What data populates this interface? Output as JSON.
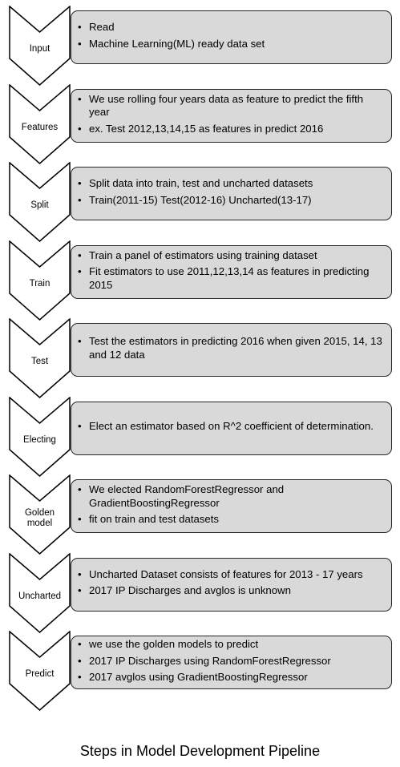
{
  "steps": [
    {
      "label": [
        "Input"
      ],
      "bullets": [
        "Read",
        "Machine Learning(ML)  ready data set"
      ]
    },
    {
      "label": [
        "Features"
      ],
      "bullets": [
        "We use rolling four years data as feature to predict the fifth year",
        "ex. Test 2012,13,14,15  as features in predict 2016"
      ]
    },
    {
      "label": [
        "Split"
      ],
      "bullets": [
        "Split data into train, test and uncharted  datasets",
        "Train(2011-15) Test(2012-16) Uncharted(13-17)"
      ]
    },
    {
      "label": [
        "Train"
      ],
      "bullets": [
        "Train a panel of estimators using training dataset",
        "Fit estimators to use 2011,12,13,14  as features in predicting 2015"
      ]
    },
    {
      "label": [
        "Test"
      ],
      "bullets": [
        "Test the estimators in predicting 2016  when given 2015, 14, 13 and 12 data"
      ]
    },
    {
      "label": [
        "Electing"
      ],
      "bullets": [
        "Elect an estimator based on R^2 coefficient of determination."
      ]
    },
    {
      "label": [
        "Golden",
        "model"
      ],
      "bullets": [
        "We elected RandomForestRegressor  and GradientBoostingRegressor",
        "fit on train and test datasets"
      ]
    },
    {
      "label": [
        "Uncharted"
      ],
      "bullets": [
        "Uncharted  Dataset consists of features for 2013 - 17 years",
        "2017 IP Discharges and avglos is unknown"
      ]
    },
    {
      "label": [
        "Predict"
      ],
      "bullets": [
        "we use the golden models to predict",
        "2017 IP Discharges using RandomForestRegressor",
        "2017 avglos using GradientBoostingRegressor"
      ]
    }
  ],
  "caption": "Steps in Model Development  Pipeline"
}
